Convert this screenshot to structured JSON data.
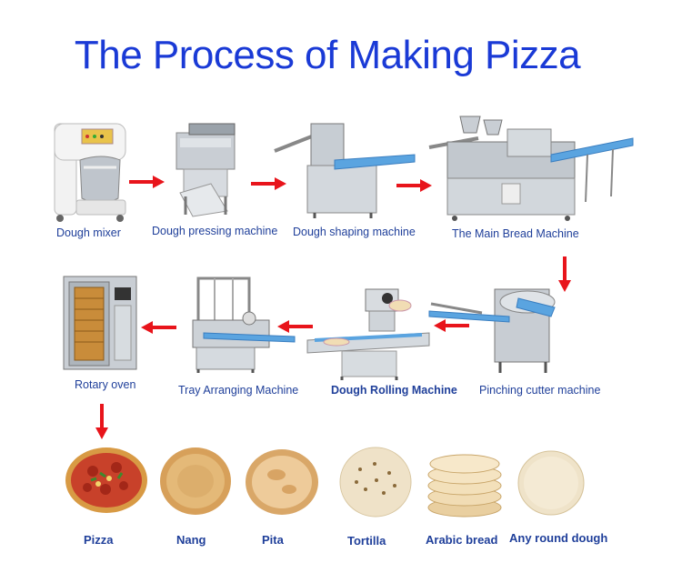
{
  "title": "The Process of Making Pizza",
  "accent_color": "#1a3ad6",
  "arrow_color": "#e8141b",
  "machines": [
    {
      "label": "Dough mixer",
      "icon": "dough-mixer-icon"
    },
    {
      "label": "Dough pressing machine",
      "icon": "dough-press-icon"
    },
    {
      "label": "Dough shaping machine",
      "icon": "dough-shaper-icon"
    },
    {
      "label": "The Main Bread Machine",
      "icon": "bread-machine-icon"
    },
    {
      "label": "Pinching cutter machine",
      "icon": "pinching-cutter-icon"
    },
    {
      "label": "Dough Rolling Machine",
      "icon": "dough-roller-icon"
    },
    {
      "label": "Tray Arranging Machine",
      "icon": "tray-arranger-icon"
    },
    {
      "label": "Rotary oven",
      "icon": "rotary-oven-icon"
    }
  ],
  "products": [
    {
      "label": "Pizza",
      "icon": "pizza-icon"
    },
    {
      "label": "Nang",
      "icon": "nang-icon"
    },
    {
      "label": "Pita",
      "icon": "pita-icon"
    },
    {
      "label": "Tortilla",
      "icon": "tortilla-icon"
    },
    {
      "label": "Arabic bread",
      "icon": "arabic-bread-icon"
    },
    {
      "label": "Any round dough",
      "icon": "round-dough-icon"
    }
  ]
}
